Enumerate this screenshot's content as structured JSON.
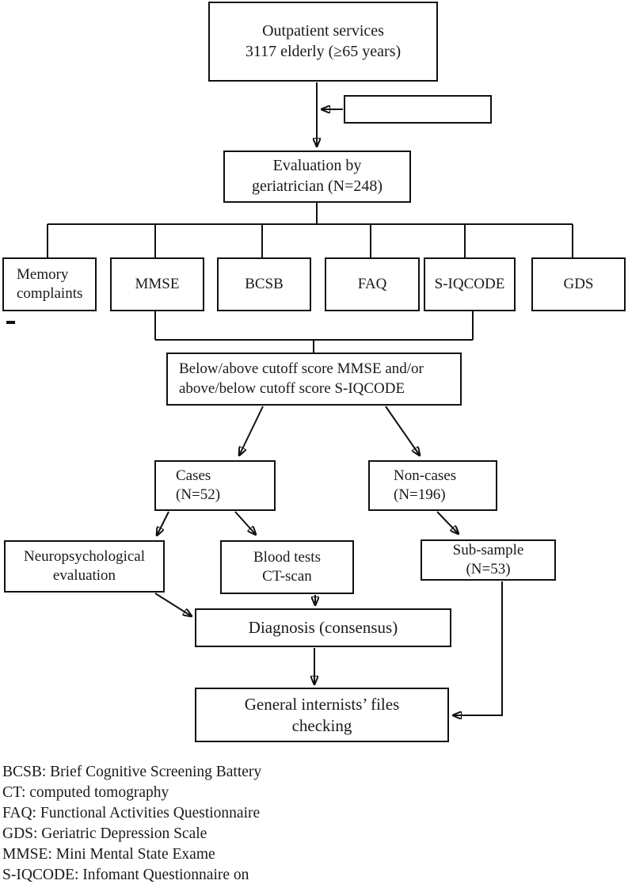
{
  "page": {
    "background_color": "#ffffff",
    "line_color": "#111111"
  },
  "nodes": {
    "outpatient": "Outpatient services\n3117 elderly (≥65 years)",
    "excluded": "",
    "evaluation": "Evaluation by\ngeriatrician (N=248)",
    "memory_complaints": "Memory\ncomplaints",
    "mmse": "MMSE",
    "bcsb": "BCSB",
    "faq": "FAQ",
    "siqcode": "S-IQCODE",
    "gds": "GDS",
    "cutoff": "Below/above cutoff score MMSE and/or\nabove/below cutoff score S-IQCODE",
    "cases": "Cases\n(N=52)",
    "noncases": "Non-cases\n(N=196)",
    "neuropsych": "Neuropsychological\nevaluation",
    "bloodtests": "Blood tests\nCT-scan",
    "subsample": "Sub-sample\n(N=53)",
    "diagnosis": "Diagnosis (consensus)",
    "fileschecking": "General internists’ files\nchecking"
  },
  "legend": {
    "lines": [
      "BCSB: Brief Cognitive Screening Battery",
      "CT: computed tomography",
      "FAQ: Functional Activities Questionnaire",
      "GDS: Geriatric Depression Scale",
      "MMSE: Mini Mental State Exame",
      "S-IQCODE: Infomant Questionnaire on"
    ]
  }
}
